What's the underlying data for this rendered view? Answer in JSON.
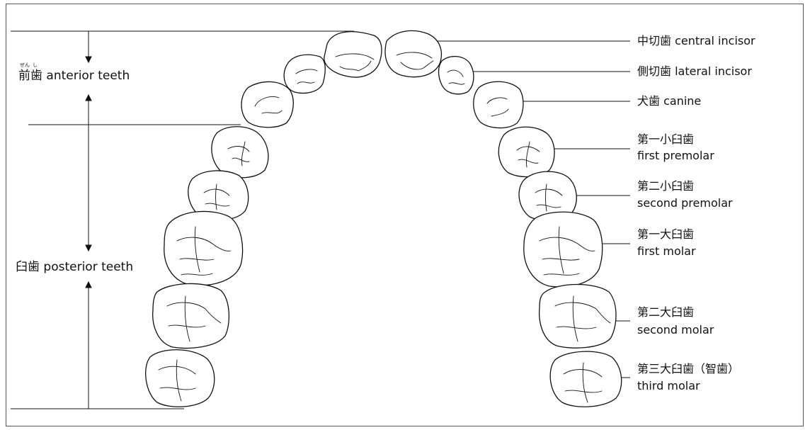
{
  "left_labels": {
    "anterior_ruby_1": "ぜん",
    "anterior_ruby_2": "し",
    "anterior": "前歯 anterior teeth",
    "posterior": "臼歯 posterior teeth"
  },
  "right_labels": {
    "central_incisor": "中切歯 central incisor",
    "lateral_incisor": "側切歯 lateral incisor",
    "canine": "犬歯 canine",
    "first_premolar_ja": "第一小臼歯",
    "first_premolar_en": "first premolar",
    "second_premolar_ja": "第二小臼歯",
    "second_premolar_en": "second premolar",
    "first_molar_ja": "第一大臼歯",
    "first_molar_en": "first molar",
    "second_molar_ja": "第二大臼歯",
    "second_molar_en": "second molar",
    "third_molar_ja": "第三大臼歯（智歯）",
    "third_molar_en": "third molar"
  },
  "colors": {
    "stroke": "#111111",
    "frame": "#555555"
  }
}
